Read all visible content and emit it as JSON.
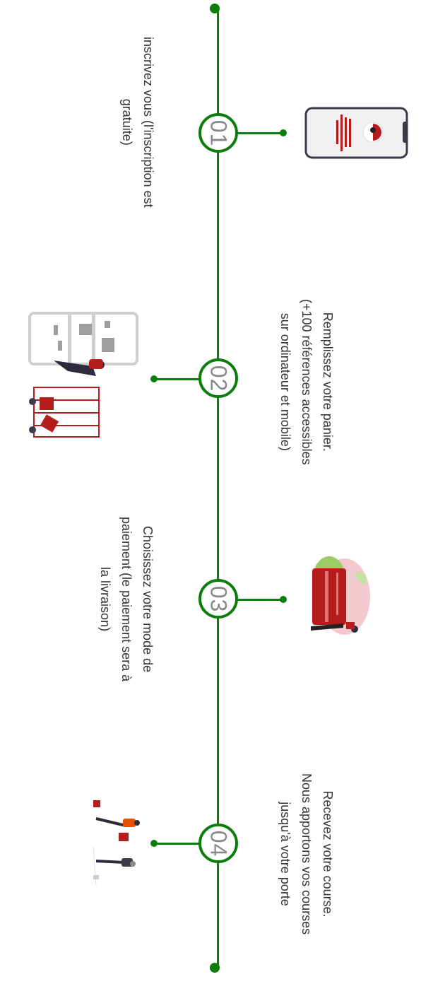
{
  "steps": [
    {
      "number": "01",
      "lines": [
        "inscrivez vous (l'inscription est",
        "gratuite)"
      ],
      "illustration": "phone-app-illustration"
    },
    {
      "number": "02",
      "lines": [
        "Remplissez votre panier.",
        "(+100 références accessibles",
        "sur ordinateur et mobile)"
      ],
      "illustration": "shopping-cart-illustration"
    },
    {
      "number": "03",
      "lines": [
        "Choisissez votre mode de",
        "paiement (le paiement sera à",
        "la livraison)"
      ],
      "illustration": "payment-card-illustration"
    },
    {
      "number": "04",
      "lines": [
        "Recevez votre course.",
        "Nous apportons vos courses",
        "jusqu'à votre porte"
      ],
      "illustration": "delivery-people-illustration"
    }
  ],
  "colors": {
    "timeline": "#0a7d0a",
    "accent": "#b71c1c",
    "number_text": "#888888"
  }
}
